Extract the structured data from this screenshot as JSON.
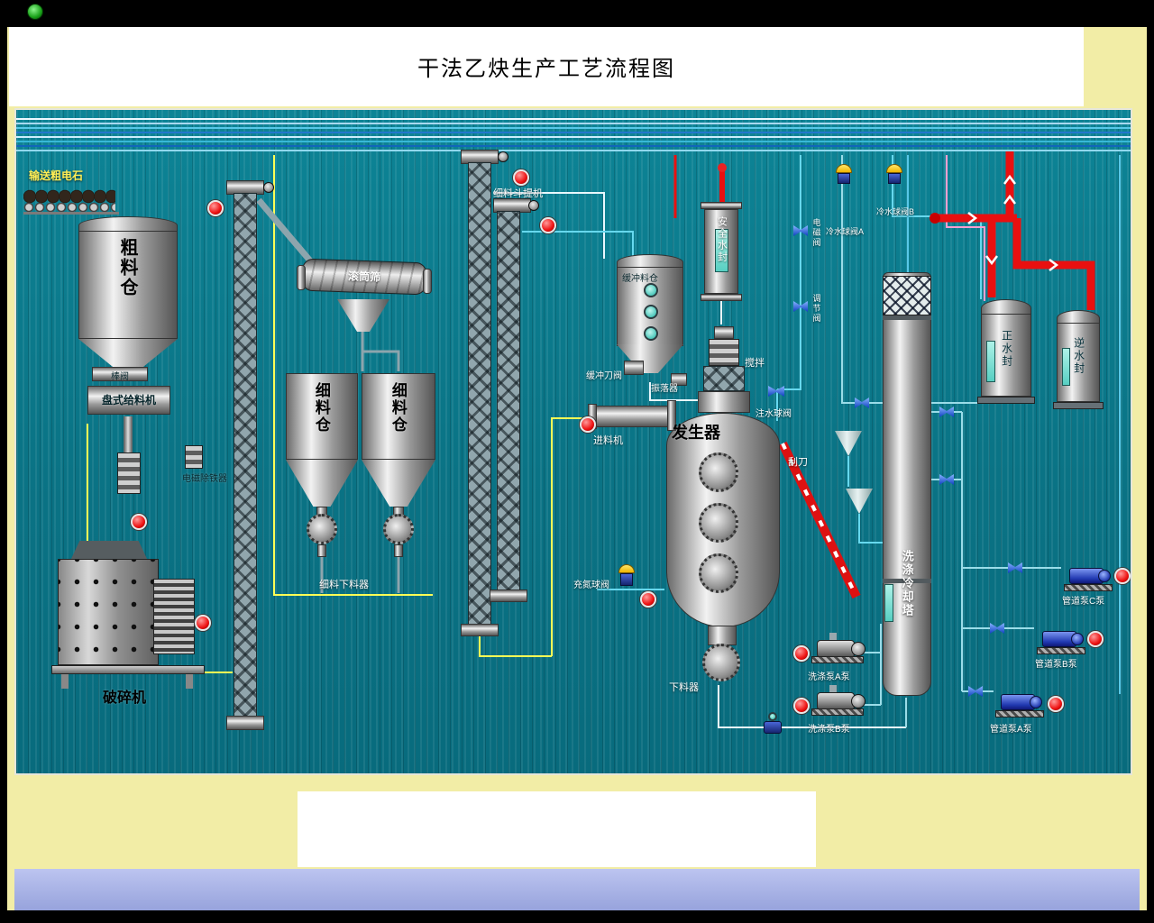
{
  "title": "干法乙炔生产工艺流程图",
  "colors": {
    "background_teal": "#0a7a8a",
    "frame_yellow": "#f2eda6",
    "bottom_bar_blue": "#a8b2e6",
    "pipe_red": "#e81010",
    "pipe_yellow": "#ffff55",
    "pipe_cyan": "#5fd0e8",
    "pipe_blue": "#2277cc",
    "pipe_pink": "#ff9fd0",
    "indicator_red": "#ee2222",
    "valve_cap_yellow": "#ffd826",
    "sight_glass_teal": "#57cfc2"
  },
  "labels": {
    "conveyor": "输送粗电石",
    "coarse_silo": "粗料仓",
    "rod_valve": "棒阀",
    "disc_feeder": "盘式给料机",
    "magnetic_iron_remover": "电磁除铁器",
    "crusher": "破碎机",
    "drum_screen": "滚筒筛",
    "fine_silo_1": "细料仓",
    "fine_silo_2": "细料仓",
    "fine_discharger": "细料下料器",
    "fine_bucket_elevator": "细料斗提机",
    "buffer_silo": "缓冲料仓",
    "buffer_knife_valve": "缓冲刀阀",
    "shaker": "振落器",
    "safety_water_seal": "安全水封",
    "generator": "发生器",
    "feeder": "进料机",
    "agitator": "搅拌",
    "water_injection_valve": "注水球阀",
    "nitrogen_valve": "充氮球阀",
    "discharger": "下料器",
    "scraper": "刮刀",
    "washing_cooling_tower": "洗涤冷却塔",
    "positive_water_seal": "正水封",
    "reverse_water_seal": "逆水封",
    "cold_water_valve_a": "冷水球阀A",
    "cold_water_valve_b": "冷水球阀B",
    "solenoid_valve": "电磁阀",
    "regulating_valve": "调节阀",
    "washing_pump_a": "洗涤泵A泵",
    "washing_pump_b": "洗涤泵B泵",
    "pipeline_pump_a": "管道泵A泵",
    "pipeline_pump_b": "管道泵B泵",
    "pipeline_pump_c": "管道泵C泵"
  }
}
